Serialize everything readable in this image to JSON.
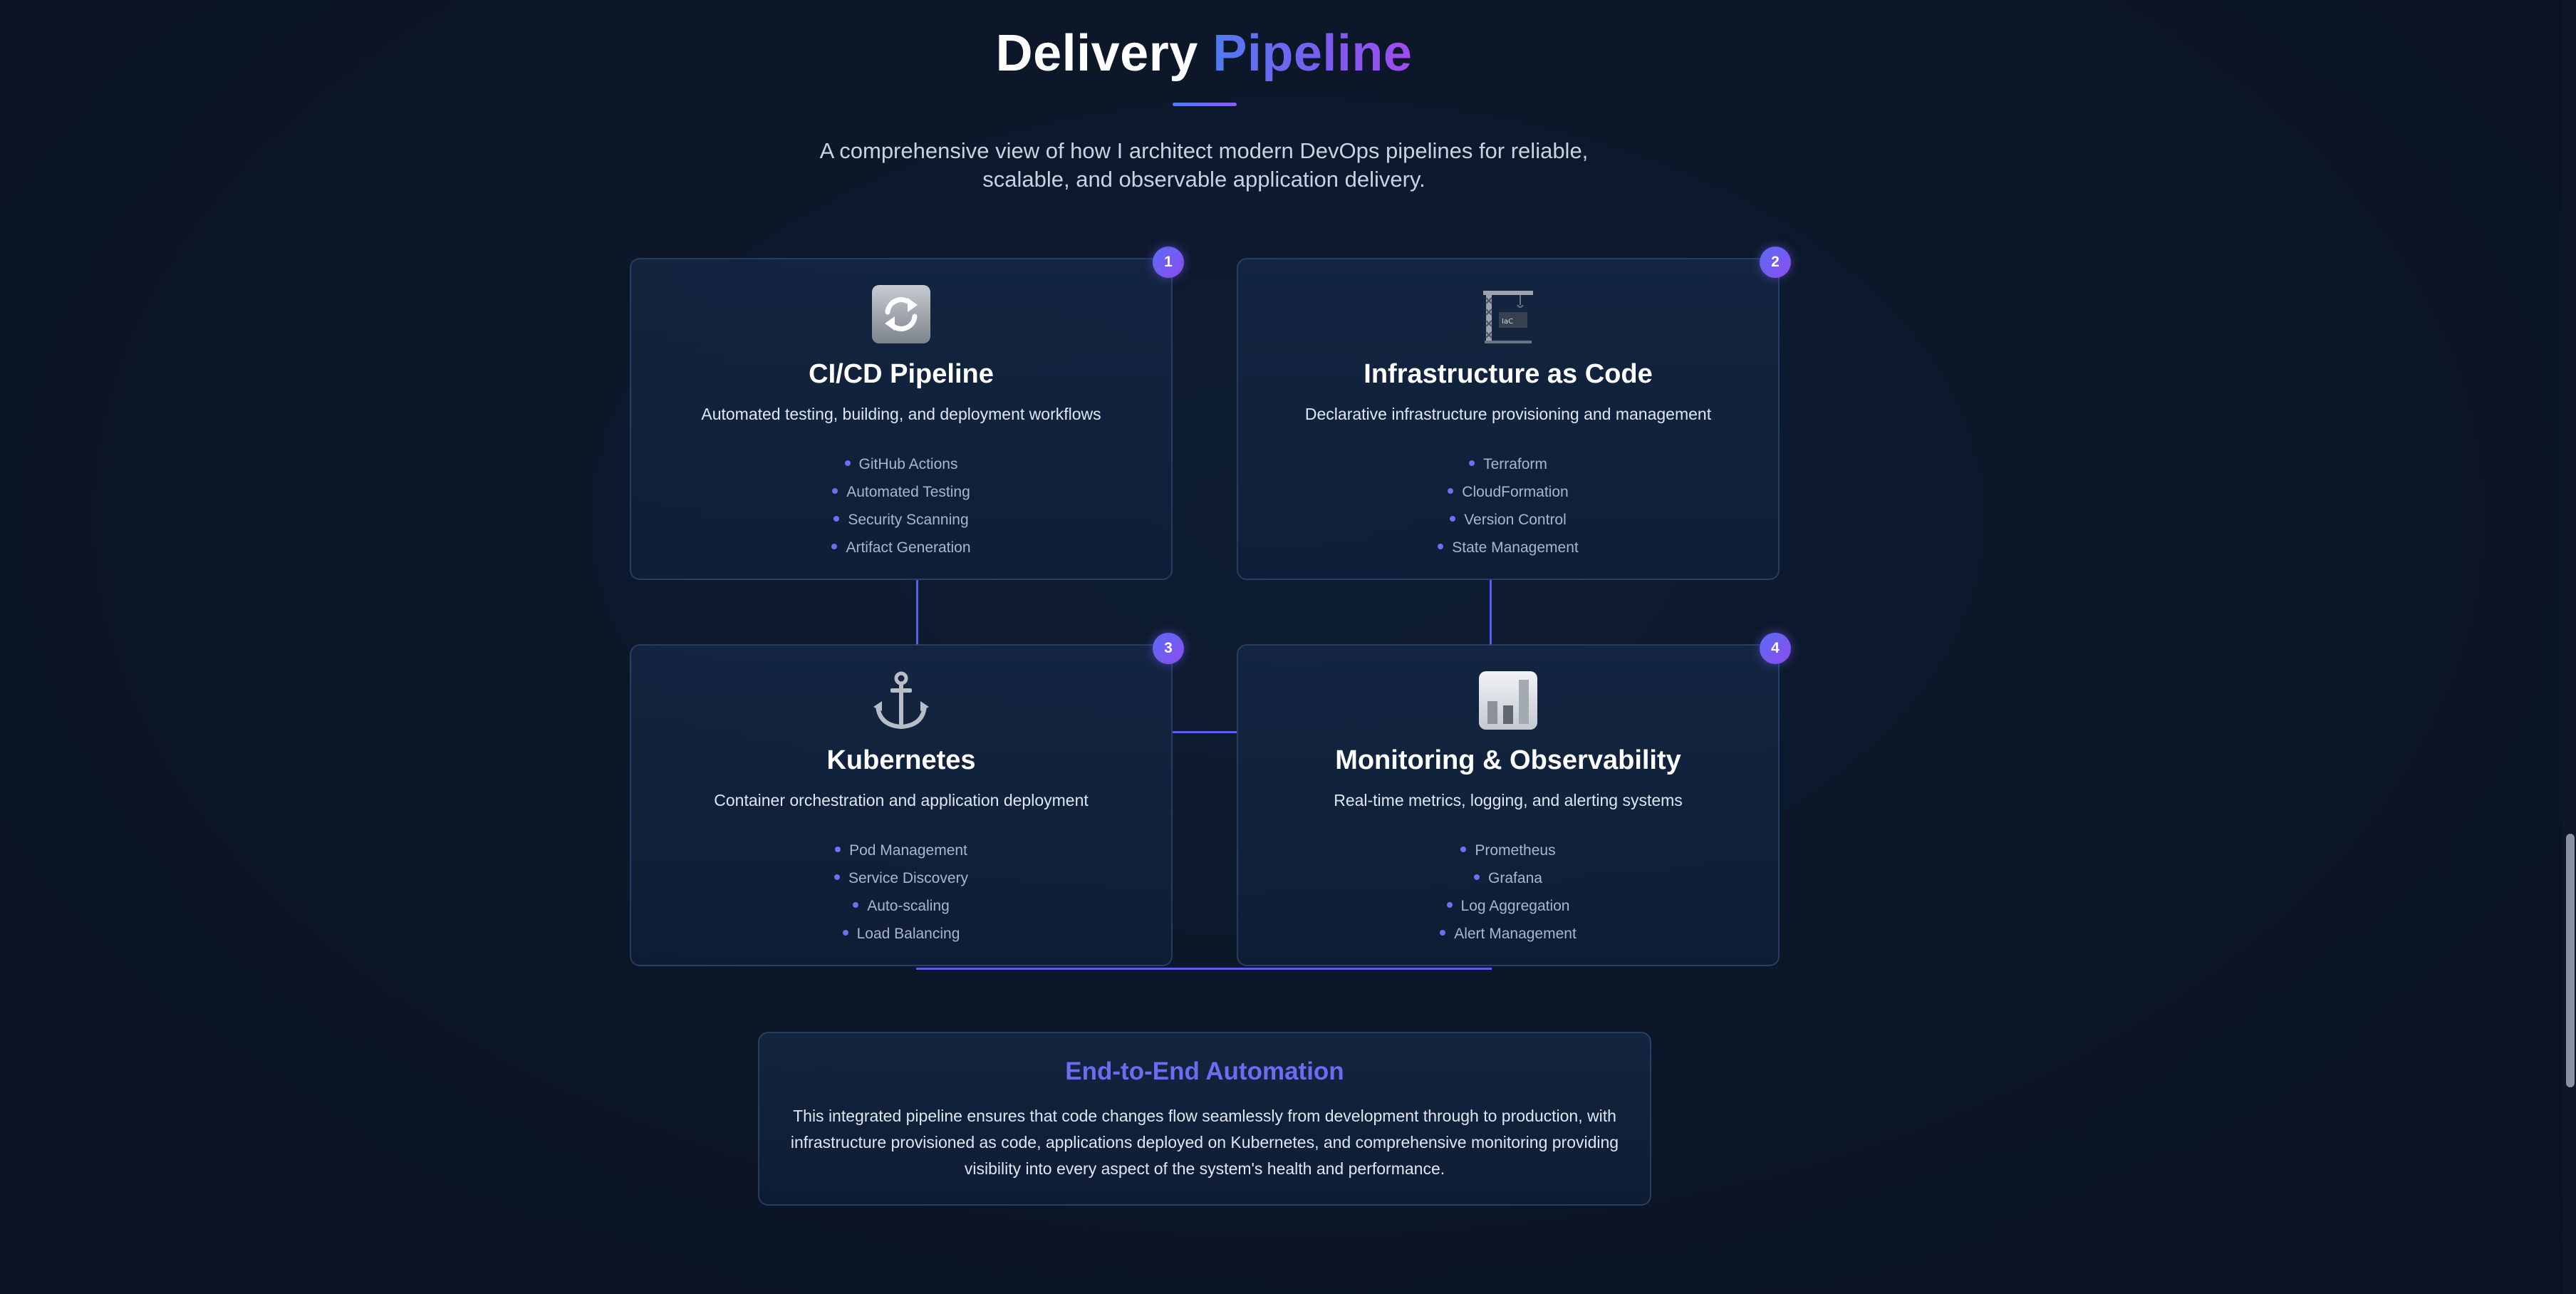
{
  "header": {
    "title_main": "Delivery",
    "title_accent": "Pipeline",
    "subtitle": "A comprehensive view of how I architect modern DevOps pipelines for reliable, scalable, and observable application delivery."
  },
  "cards": [
    {
      "number": "1",
      "icon": "sync-arrows-icon",
      "title": "CI/CD Pipeline",
      "description": "Automated testing, building, and deployment workflows",
      "items": [
        "GitHub Actions",
        "Automated Testing",
        "Security Scanning",
        "Artifact Generation"
      ]
    },
    {
      "number": "2",
      "icon": "construction-crane-icon",
      "title": "Infrastructure as Code",
      "description": "Declarative infrastructure provisioning and management",
      "items": [
        "Terraform",
        "CloudFormation",
        "Version Control",
        "State Management"
      ]
    },
    {
      "number": "3",
      "icon": "anchor-icon",
      "title": "Kubernetes",
      "description": "Container orchestration and application deployment",
      "items": [
        "Pod Management",
        "Service Discovery",
        "Auto-scaling",
        "Load Balancing"
      ]
    },
    {
      "number": "4",
      "icon": "bar-chart-icon",
      "title": "Monitoring & Observability",
      "description": "Real-time metrics, logging, and alerting systems",
      "items": [
        "Prometheus",
        "Grafana",
        "Log Aggregation",
        "Alert Management"
      ]
    }
  ],
  "automation": {
    "title": "End-to-End Automation",
    "text": "This integrated pipeline ensures that code changes flow seamlessly from development through to production, with infrastructure provisioned as code, applications deployed on Kubernetes, and comprehensive monitoring providing visibility into every aspect of the system's health and performance."
  },
  "colors": {
    "background": "#0b1627",
    "accent_blue": "#4f7cf0",
    "accent_purple": "#8b5cf6",
    "automation_title": "#6a6df0"
  }
}
